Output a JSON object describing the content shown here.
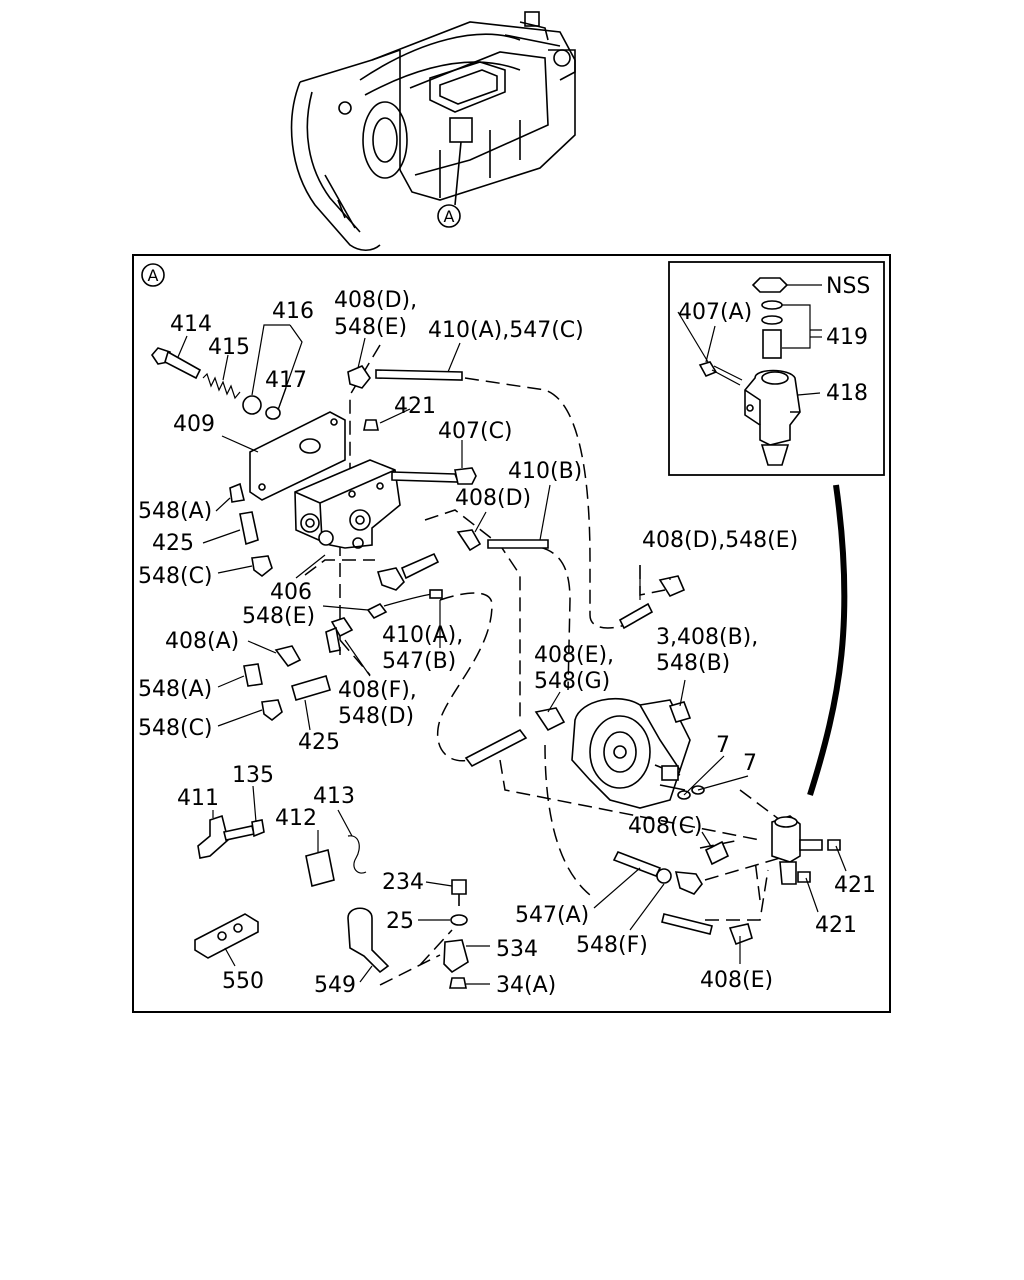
{
  "callout": "A",
  "inset": {
    "labels": {
      "nss": "NSS",
      "p407a": "407(A)",
      "p419": "419",
      "p418": "418"
    }
  },
  "labels": {
    "p414": "414",
    "p415": "415",
    "p416": "416",
    "p417": "417",
    "p409": "409",
    "p408d_548e_top_a": "408(D),",
    "p408d_548e_top_b": "548(E)",
    "p410a_547c": "410(A),547(C)",
    "p421_top": "421",
    "p407c": "407(C)",
    "p410b": "410(B)",
    "p408d_mid": "408(D)",
    "p548a_1": "548(A)",
    "p425_1": "425",
    "p548c_1": "548(C)",
    "p406": "406",
    "p548e_mid": "548(E)",
    "p408a": "408(A)",
    "p410a_547b_a": "410(A),",
    "p410a_547b_b": "547(B)",
    "p548a_2": "548(A)",
    "p408f_548d_a": "408(F),",
    "p408f_548d_b": "548(D)",
    "p548c_2": "548(C)",
    "p425_2": "425",
    "p408d_548e_right": "408(D),548(E)",
    "p3_408b_a": "3,408(B),",
    "p3_408b_b": "548(B)",
    "p408e_548g_a": "408(E),",
    "p408e_548g_b": "548(G)",
    "p7_a": "7",
    "p7_b": "7",
    "p408c": "408(C)",
    "p421_r1": "421",
    "p421_r2": "421",
    "p135": "135",
    "p411": "411",
    "p413": "413",
    "p412": "412",
    "p234": "234",
    "p25": "25",
    "p534": "534",
    "p547a": "547(A)",
    "p548f": "548(F)",
    "p408e_bottom": "408(E)",
    "p549": "549",
    "p34a": "34(A)",
    "p550": "550"
  }
}
